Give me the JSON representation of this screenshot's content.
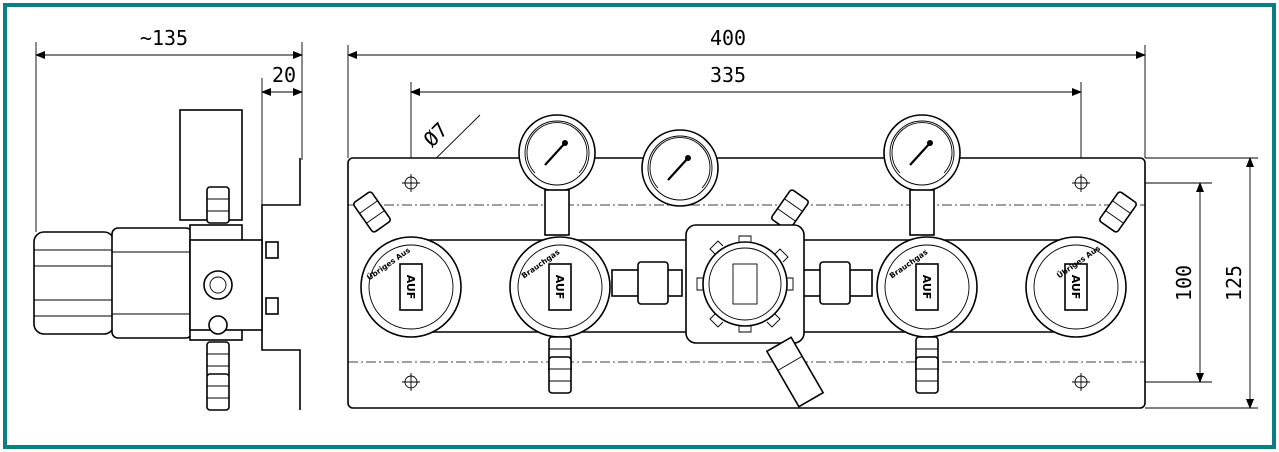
{
  "colors": {
    "border": "#0a7f7f",
    "ink": "#000000",
    "background": "#ffffff"
  },
  "dimensions": {
    "side_depth": "~135",
    "bracket_offset": "20",
    "panel_width": "400",
    "hole_spacing_x": "335",
    "hole_diameter": "Ø7",
    "hole_spacing_y": "100",
    "panel_height": "125"
  },
  "labels": {
    "inlet": "Übriges Aus",
    "outlet": "Brauchgas",
    "brand": "AUF"
  }
}
